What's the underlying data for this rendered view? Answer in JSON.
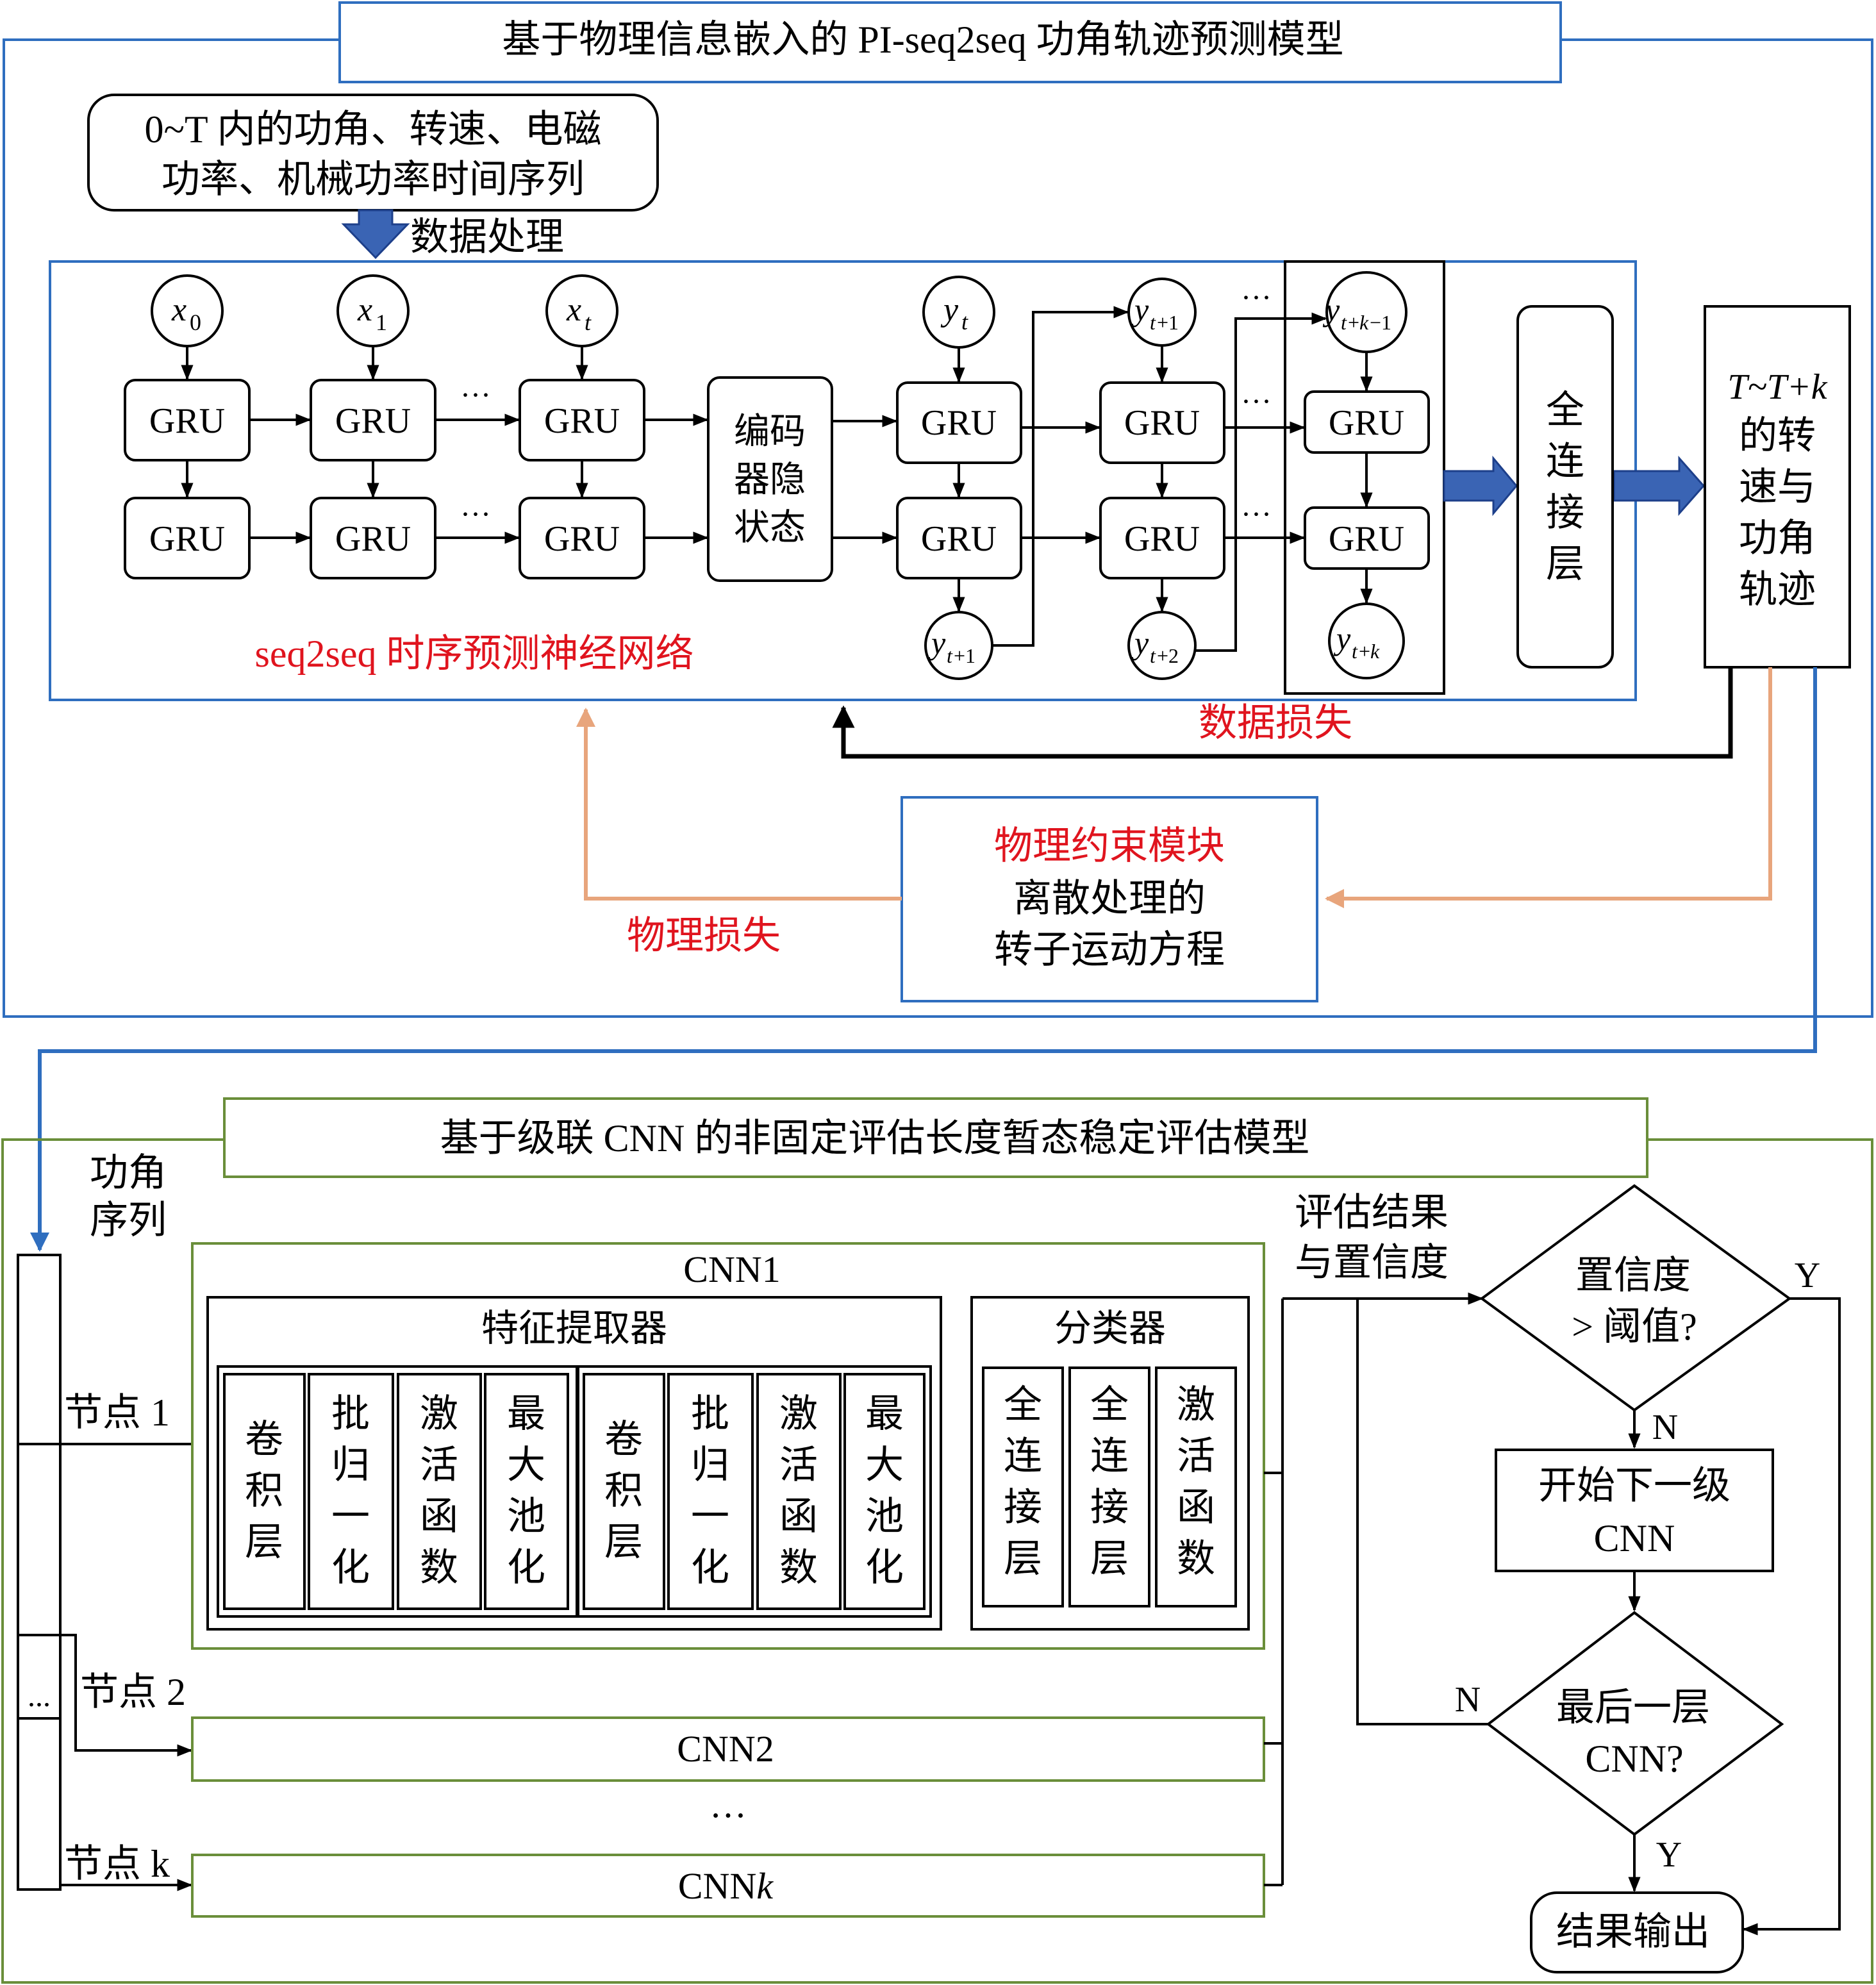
{
  "top": {
    "title": "基于物理信息嵌入的 PI-seq2seq 功角轨迹预测模型",
    "input_line1": "0~T 内的功角、转速、电磁",
    "input_line2": "功率、机械功率时间序列",
    "data_process": "数据处理",
    "inputs": [
      "x0",
      "x1",
      "xt"
    ],
    "gru": "GRU",
    "dots": "···",
    "encoder_state": [
      "编码",
      "器隐",
      "状态"
    ],
    "outputs": [
      "yt",
      "yt+1",
      "yt+2",
      "yt+k−1",
      "yt+k"
    ],
    "fc": [
      "全",
      "连",
      "接",
      "层"
    ],
    "result": [
      "T~T+k",
      "的转",
      "速与",
      "功角",
      "轨迹"
    ],
    "net_label": "seq2seq 时序预测神经网络",
    "data_loss": "数据损失",
    "phys_module": [
      "物理约束模块",
      "离散处理的",
      "转子运动方程"
    ],
    "phys_loss": "物理损失"
  },
  "bottom": {
    "title": "基于级联 CNN 的非固定评估长度暂态稳定评估模型",
    "seq_label": [
      "功角",
      "序列"
    ],
    "nodes": [
      "节点 1",
      "节点 2",
      "节点 k"
    ],
    "seq_dots": "...",
    "cnn1": "CNN1",
    "feature": "特征提取器",
    "layers": [
      [
        "卷",
        "积",
        "层"
      ],
      [
        "批",
        "归",
        "一",
        "化"
      ],
      [
        "激",
        "活",
        "函",
        "数"
      ],
      [
        "最",
        "大",
        "池",
        "化"
      ]
    ],
    "classifier": "分类器",
    "cls_layers": [
      [
        "全",
        "连",
        "接",
        "层"
      ],
      [
        "全",
        "连",
        "接",
        "层"
      ],
      [
        "激",
        "活",
        "函",
        "数"
      ]
    ],
    "cnn2": "CNN2",
    "cnn_dots": "…",
    "cnnk": "CNNk",
    "eval": [
      "评估结果",
      "与置信度"
    ],
    "decision1": [
      "置信度",
      "> 阈值?"
    ],
    "yes": "Y",
    "no": "N",
    "next": [
      "开始下一级",
      "CNN"
    ],
    "decision2": [
      "最后一层",
      "CNN?"
    ],
    "output": "结果输出"
  },
  "colors": {
    "blue": "#2f6ebf",
    "green": "#6a8e3a",
    "orange": "#e8a57c",
    "red": "#e0141e",
    "arrow_fill": "#3a64b4"
  }
}
